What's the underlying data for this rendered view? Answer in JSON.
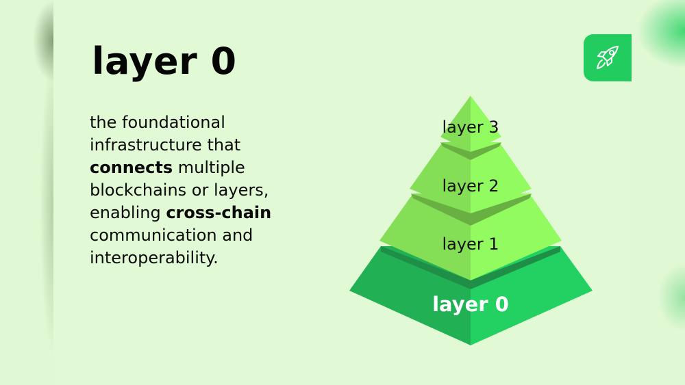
{
  "title": "layer 0",
  "description": {
    "line1": "the foundational",
    "line2": "infrastructure that",
    "line3_bold": "connects",
    "line3_rest": " multiple",
    "line4": "blockchains or layers,",
    "line5_start": "enabling ",
    "line5_bold": "cross-chain",
    "line6": "communication and",
    "line7": "interoperability."
  },
  "badge": {
    "icon": "rocket-icon",
    "color": "#22cc5e"
  },
  "pyramid": {
    "layers": [
      {
        "label": "layer 3"
      },
      {
        "label": "layer 2"
      },
      {
        "label": "layer 1"
      },
      {
        "label": "layer 0"
      }
    ],
    "colors": {
      "upper_left": "#84df57",
      "upper_right": "#92fb60",
      "upper_band": "#69b043",
      "base_left": "#22b055",
      "base_right": "#23d062",
      "base_band": "#1f8f48"
    }
  }
}
